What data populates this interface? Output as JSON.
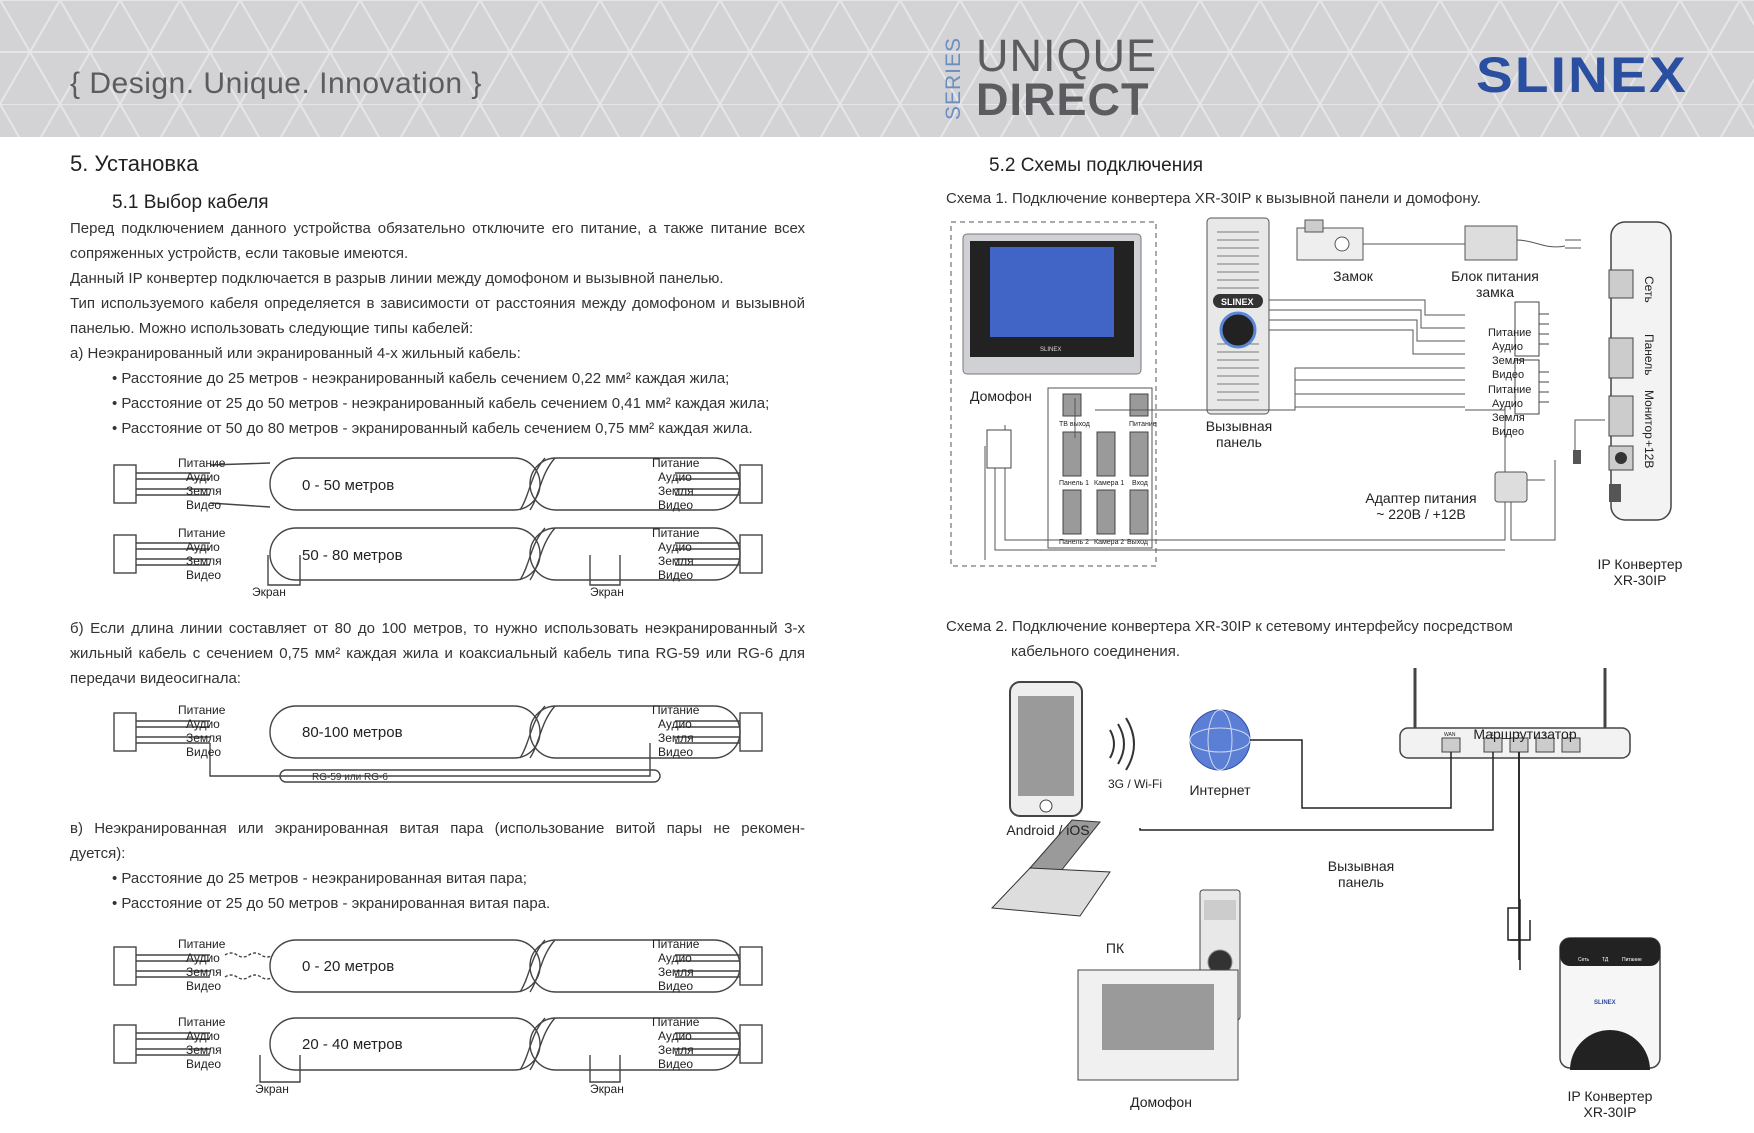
{
  "header": {
    "tagline": "{ Design. Unique. Innovation }",
    "series": "SERIES",
    "unique": "UNIQUE",
    "direct": "DIRECT",
    "brand": "SLINEX"
  },
  "left": {
    "section_title": "5. Установка",
    "subsection_title": "5.1 Выбор кабеля",
    "intro_lines": [
      "Перед подключением данного устройства обязательно отключите его питание, а также питание всех",
      "сопряженных устройств, если таковые имеются.",
      "Данный IP конвертер подключается в разрыв линии между домофоном и вызывной панелью.",
      "Тип используемого кабеля определяется в зависимости от расстояния между домофоном и вызывной",
      "панелью. Можно использовать следующие типы кабелей:",
      "а) Неэкранированный или экранированный 4-х жильный кабель:"
    ],
    "bullets_a": [
      "• Расстояние до 25 метров - неэкранированный кабель сечением 0,22 мм² каждая жила;",
      "• Расстояние от 25 до 50 метров - неэкранированный кабель сечением 0,41 мм² каждая жила;",
      "• Расстояние от 50 до 80 метров - экранированный кабель сечением 0,75 мм² каждая жила."
    ],
    "para_b": [
      "б) Если длина линии составляет от 80 до 100 метров, то нужно использовать неэкранированный 3-х",
      "жильный кабель с сечением 0,75 мм² каждая жила и коаксиальный кабель типа RG-59 или RG-6 для",
      "передачи видеосигнала:"
    ],
    "para_c": [
      "в) Неэкранированная или экранированная витая пара (использование витой пары не рекомен-",
      "дуется):"
    ],
    "bullets_c": [
      "• Расстояние до 25 метров - неэкранированная витая пара;",
      "• Расстояние от 25 до 50 метров - экранированная витая пара."
    ],
    "wires": [
      "Питание",
      "Аудио",
      "Земля",
      "Видео"
    ],
    "shield_label": "Экран",
    "coax_label": "RG-59 или RG-6",
    "cable_lengths": [
      "0 - 50 метров",
      "50 - 80 метров",
      "80-100 метров",
      "0 - 20 метров",
      "20 - 40 метров"
    ]
  },
  "right": {
    "section_title": "5.2 Схемы подключения",
    "scheme1_caption": "Схема 1. Подключение конвертера XR-30IP к вызывной панели и домофону.",
    "scheme2_caption_1": "Схема 2. Подключение конвертера XR-30IP к сетевому интерфейсу посредством",
    "scheme2_caption_2": "кабельного соединения.",
    "s1": {
      "monitor_label": "Домофон",
      "panel_label_1": "Вызывная",
      "panel_label_2": "панель",
      "lock_label": "Замок",
      "lock_psu_1": "Блок питания",
      "lock_psu_2": "замка",
      "adapter_1": "Адаптер питания",
      "adapter_2": "~ 220В / +12В",
      "converter_1": "IP Конвертер",
      "converter_2": "XR-30IP",
      "port_net": "Сеть",
      "port_panel": "Панель",
      "port_monitor": "Монитор",
      "port_power": "+12В",
      "wires": [
        "Питание",
        "Аудио",
        "Земля",
        "Видео"
      ],
      "terminals": [
        "TB выход",
        "Питание",
        "Панель 1",
        "Камера 1",
        "Вход",
        "Панель 2",
        "Камера 2",
        "Выход"
      ],
      "panel_brand": "SLINEX"
    },
    "s2": {
      "phone_label": "Android / iOS",
      "wifi_label": "3G / Wi-Fi",
      "internet_label": "Интернет",
      "router_label": "Маршрутизатор",
      "pc_label": "ПК",
      "panel_label_1": "Вызывная",
      "panel_label_2": "панель",
      "monitor_label": "Домофон",
      "converter_1": "IP Конвертер",
      "converter_2": "XR-30IP",
      "router_ports": [
        "WAN",
        "1",
        "2",
        "3",
        "4"
      ],
      "converter_leds": [
        "Сеть",
        "ТД",
        "Питание"
      ],
      "brand": "SLINEX"
    }
  }
}
